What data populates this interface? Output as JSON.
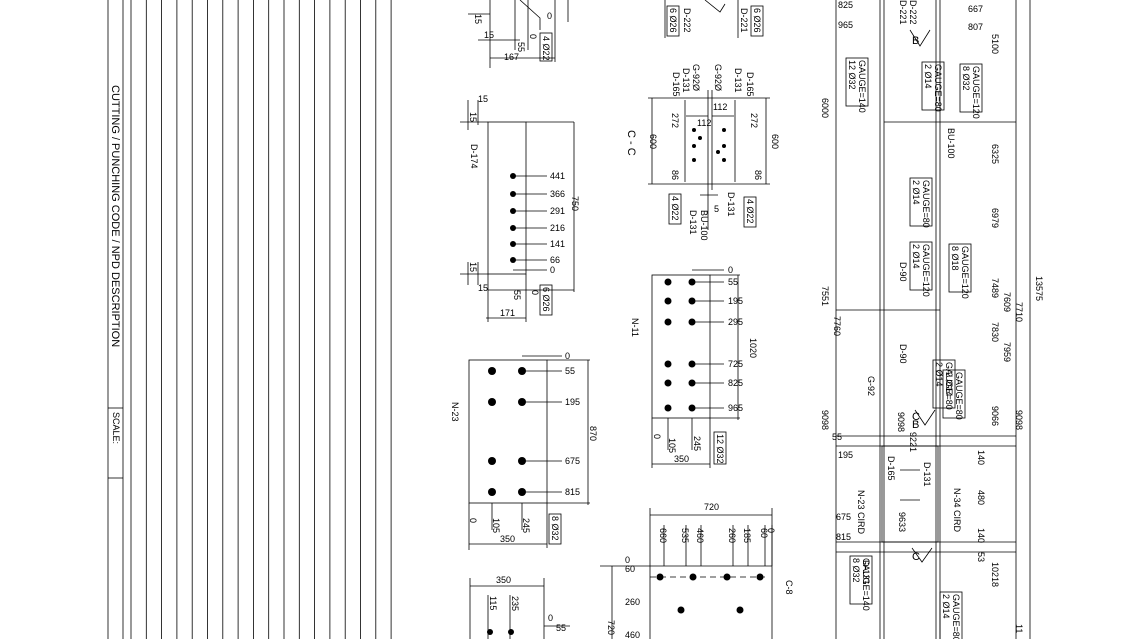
{
  "title_block": {
    "description": "CUTTING / PUNCHING CODE / NPD DESCRIPTION",
    "scale_label": "SCALE:"
  },
  "top_left_detail": {
    "dims": [
      "15",
      "15",
      "55",
      "0",
      "167"
    ],
    "note": "4 Ø22"
  },
  "d174": {
    "label": "D-174",
    "side_dims": [
      "15",
      "15",
      "15",
      "15"
    ],
    "ordinates": [
      "441",
      "366",
      "291",
      "216",
      "141",
      "66",
      "0"
    ],
    "height": "750",
    "bottom_dims": [
      "0",
      "55"
    ],
    "width": "171",
    "note": "6 Ø26"
  },
  "n23": {
    "label": "N-23",
    "ordinates": [
      "0",
      "55",
      "195",
      "675",
      "815"
    ],
    "height": "870",
    "bottom_dims": [
      "0",
      "105",
      "245"
    ],
    "width": "350",
    "note": "8 Ø32"
  },
  "bottom_left": {
    "width": "350",
    "dims": [
      "115",
      "235",
      "0",
      "55"
    ]
  },
  "top_mid": {
    "labels": [
      "D-222",
      "D-221"
    ],
    "notes": [
      "6 Ø26",
      "6 Ø26"
    ]
  },
  "section_cc": {
    "title": "C - C",
    "top_labels": [
      "D-165",
      "D-131",
      "G-92Ø",
      "G-92Ø",
      "D-131",
      "D-165"
    ],
    "inner_dims": [
      "272",
      "112",
      "112",
      "272"
    ],
    "height_left": "600",
    "height_right": "600",
    "small_dims": [
      "86",
      "86"
    ],
    "bottom_labels": [
      "BU-100",
      "D-131",
      "D-131"
    ],
    "notes": [
      "4 Ø22",
      "4 Ø22"
    ],
    "small": "5"
  },
  "n11": {
    "label": "N-11",
    "ordinates": [
      "0",
      "55",
      "195",
      "295",
      "725",
      "825",
      "965"
    ],
    "height": "1020",
    "bottom_dims": [
      "0",
      "105",
      "245"
    ],
    "width": "350",
    "note": "12 Ø32"
  },
  "c8": {
    "label": "C-8",
    "width": "720",
    "top_ordinates": [
      "660",
      "535",
      "460",
      "260",
      "185",
      "60",
      "0"
    ],
    "left_ordinates": [
      "0",
      "60",
      "260",
      "460"
    ],
    "height": "720"
  },
  "elevation": {
    "left_dims": [
      "825",
      "965",
      "6000",
      "7551",
      "7760",
      "9098",
      "55",
      "195",
      "675",
      "815"
    ],
    "right_dims": [
      "667",
      "807",
      "5100",
      "6325",
      "6979",
      "7489",
      "7609",
      "7710",
      "7830",
      "7959",
      "9098",
      "9066",
      "140",
      "480",
      "140",
      "53",
      "10218",
      "11"
    ],
    "total": "13575",
    "member_labels": [
      "D-221",
      "D-222",
      "B",
      "B",
      "BU-100",
      "D-90",
      "D-90",
      "G-92",
      "C",
      "C",
      "D-165",
      "D-131",
      "N-23 CIRD",
      "N-34 CIRD",
      "D-131"
    ],
    "notes": [
      "12 Ø32 GAUGE=140",
      "2 Ø14 GAUGE=80",
      "8 Ø32 GAUGE=120",
      "2 Ø14 GAUGE=80",
      "2 Ø14 GAUGE=120",
      "8 Ø18 GAUGE=120",
      "2 Ø14 GAUGE=80",
      "2 Ø14 GAUGE=80",
      "8 Ø32 GAUGE=140",
      "2 Ø14 GAUGE=80"
    ],
    "extra_dims": [
      "9098",
      "9221",
      "9633"
    ]
  }
}
